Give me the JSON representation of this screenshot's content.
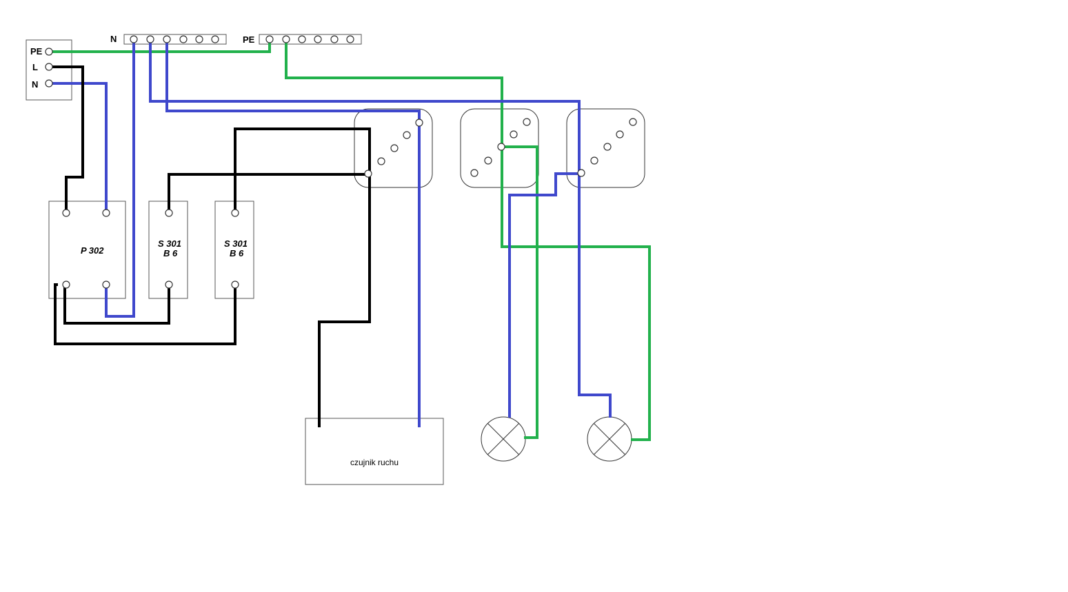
{
  "supply": {
    "pe": "PE",
    "l": "L",
    "n": "N"
  },
  "busbars": {
    "n_label": "N",
    "pe_label": "PE"
  },
  "devices": {
    "p302": "P 302",
    "s301a_line1": "S 301",
    "s301a_line2": "B 6",
    "s301b_line1": "S 301",
    "s301b_line2": "B 6"
  },
  "sensor": {
    "label": "czujnik ruchu"
  },
  "colors": {
    "phase": "#000000",
    "neutral": "#3f48cc",
    "protective_earth": "#22b14c"
  }
}
